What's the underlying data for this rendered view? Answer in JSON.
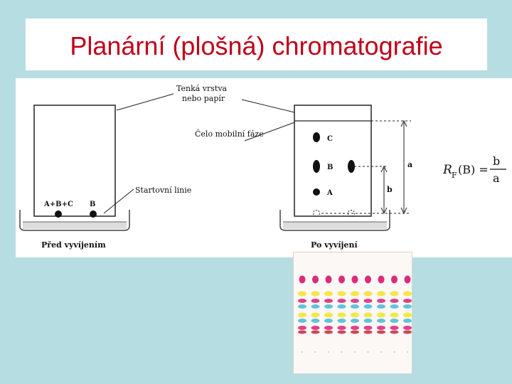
{
  "title": "Planární (plošná) chromatografie",
  "labels": {
    "thin_layer": "Tenká vrstva",
    "or_paper": "nebo papír",
    "mobile_front": "Čelo mobilní fáze",
    "start_line": "Startovní linie",
    "before": "Před vyvíjením",
    "after": "Po vyvíjení",
    "spot_mix": "A+B+C",
    "spot_b_left": "B",
    "spot_c": "C",
    "spot_b": "B",
    "spot_a": "A",
    "dim_a": "a",
    "dim_b": "b"
  },
  "formula": {
    "lhs_r": "R",
    "lhs_sub": "F",
    "lhs_arg": "(B) =",
    "numerator": "b",
    "denominator": "a"
  },
  "colors": {
    "title": "#c0001a",
    "background": "#b6dde2",
    "magenta": "#d6156e",
    "yellow": "#f2e21a",
    "cyan": "#38b6d6",
    "red": "#c4162e"
  },
  "tlc_photo": {
    "lanes": 9,
    "band_order": [
      "magenta",
      "yellow",
      "magenta",
      "cyan",
      "yellow",
      "cyan",
      "magenta",
      "red"
    ]
  }
}
